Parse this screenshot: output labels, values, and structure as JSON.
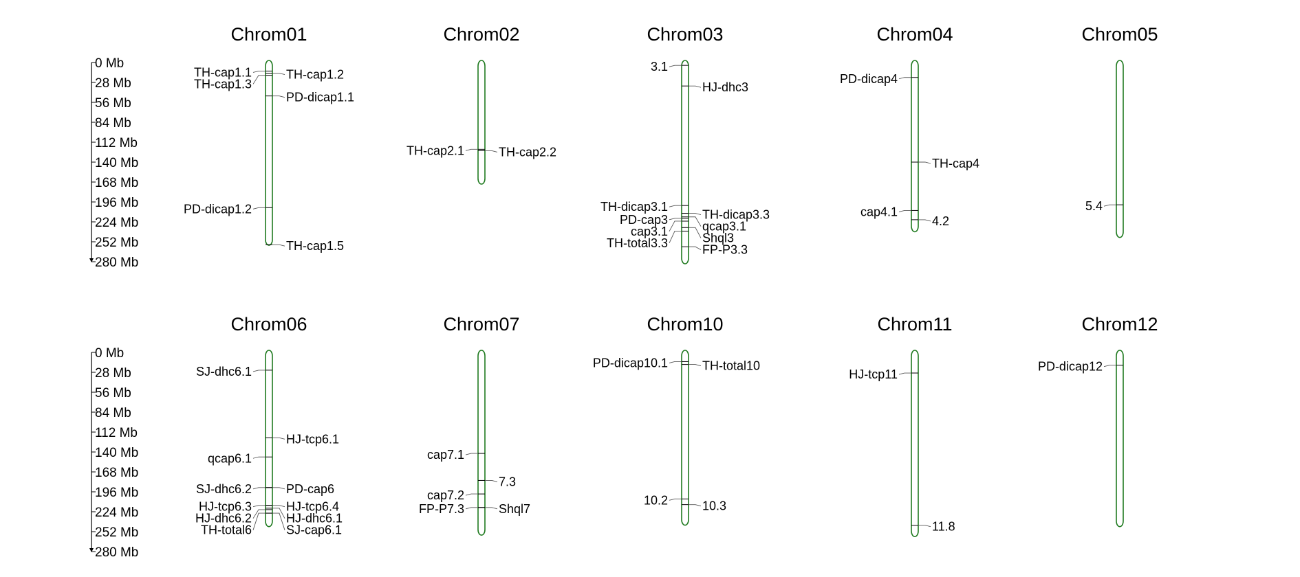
{
  "colors": {
    "chromosome": "#1f7a1f",
    "text": "#000000",
    "leader": "#555555"
  },
  "scale": {
    "labels": [
      "0 Mb",
      "28 Mb",
      "56 Mb",
      "84 Mb",
      "112 Mb",
      "140 Mb",
      "168 Mb",
      "196 Mb",
      "224 Mb",
      "252 Mb",
      "280 Mb"
    ],
    "values": [
      0,
      28,
      56,
      84,
      112,
      140,
      168,
      196,
      224,
      252,
      280
    ]
  },
  "rows": [
    {
      "chromosomes": [
        {
          "name": "Chrom01",
          "length": 254,
          "qtls": [
            {
              "label": "TH-cap1.1",
              "pos": 12,
              "side": "left"
            },
            {
              "label": "TH-cap1.3",
              "pos": 18,
              "side": "left"
            },
            {
              "label": "TH-cap1.2",
              "pos": 15,
              "side": "right"
            },
            {
              "label": "PD-dicap1.1",
              "pos": 47,
              "side": "right"
            },
            {
              "label": "PD-dicap1.2",
              "pos": 204,
              "side": "left"
            },
            {
              "label": "TH-cap1.5",
              "pos": 256,
              "side": "right"
            }
          ]
        },
        {
          "name": "Chrom02",
          "length": 168,
          "qtls": [
            {
              "label": "TH-cap2.1",
              "pos": 122,
              "side": "left"
            },
            {
              "label": "TH-cap2.2",
              "pos": 124,
              "side": "right"
            }
          ]
        },
        {
          "name": "Chrom03",
          "length": 280,
          "qtls": [
            {
              "label": "3.1",
              "pos": 4,
              "side": "left"
            },
            {
              "label": "HJ-dhc3",
              "pos": 33,
              "side": "right"
            },
            {
              "label": "TH-dicap3.1",
              "pos": 201,
              "side": "left"
            },
            {
              "label": "PD-cap3",
              "pos": 219,
              "side": "left"
            },
            {
              "label": "cap3.1",
              "pos": 223,
              "side": "left"
            },
            {
              "label": "TH-total3.3",
              "pos": 237,
              "side": "left"
            },
            {
              "label": "TH-dicap3.3",
              "pos": 212,
              "side": "right"
            },
            {
              "label": "qcap3.1",
              "pos": 217,
              "side": "right"
            },
            {
              "label": "Shql3",
              "pos": 232,
              "side": "right"
            },
            {
              "label": "FP-P3.3",
              "pos": 259,
              "side": "right"
            }
          ]
        },
        {
          "name": "Chrom04",
          "length": 235,
          "qtls": [
            {
              "label": "PD-dicap4",
              "pos": 21,
              "side": "left"
            },
            {
              "label": "TH-cap4",
              "pos": 140,
              "side": "right"
            },
            {
              "label": "cap4.1",
              "pos": 208,
              "side": "left"
            },
            {
              "label": "4.2",
              "pos": 221,
              "side": "right"
            }
          ]
        },
        {
          "name": "Chrom05",
          "length": 243,
          "qtls": [
            {
              "label": "5.4",
              "pos": 200,
              "side": "left"
            }
          ]
        }
      ]
    },
    {
      "chromosomes": [
        {
          "name": "Chrom06",
          "length": 242,
          "qtls": [
            {
              "label": "SJ-dhc6.1",
              "pos": 25,
              "side": "left"
            },
            {
              "label": "HJ-tcp6.1",
              "pos": 120,
              "side": "right"
            },
            {
              "label": "qcap6.1",
              "pos": 147,
              "side": "left"
            },
            {
              "label": "PD-cap6",
              "pos": 190,
              "side": "right"
            },
            {
              "label": "SJ-dhc6.2",
              "pos": 190,
              "side": "left"
            },
            {
              "label": "HJ-tcp6.3",
              "pos": 215,
              "side": "left"
            },
            {
              "label": "HJ-dhc6.2",
              "pos": 221,
              "side": "left"
            },
            {
              "label": "TH-total6",
              "pos": 226,
              "side": "left"
            },
            {
              "label": "HJ-tcp6.4",
              "pos": 215,
              "side": "right"
            },
            {
              "label": "HJ-dhc6.1",
              "pos": 219,
              "side": "right"
            },
            {
              "label": "SJ-cap6.1",
              "pos": 226,
              "side": "right"
            }
          ]
        },
        {
          "name": "Chrom07",
          "length": 254,
          "qtls": [
            {
              "label": "cap7.1",
              "pos": 142,
              "side": "left"
            },
            {
              "label": "7.3",
              "pos": 180,
              "side": "right"
            },
            {
              "label": "cap7.2",
              "pos": 199,
              "side": "left"
            },
            {
              "label": "FP-P7.3",
              "pos": 218,
              "side": "left"
            },
            {
              "label": "Shql7",
              "pos": 218,
              "side": "right"
            }
          ]
        },
        {
          "name": "Chrom10",
          "length": 240,
          "qtls": [
            {
              "label": "PD-dicap10.1",
              "pos": 13,
              "side": "left"
            },
            {
              "label": "TH-total10",
              "pos": 17,
              "side": "right"
            },
            {
              "label": "10.2",
              "pos": 206,
              "side": "left"
            },
            {
              "label": "10.3",
              "pos": 214,
              "side": "right"
            }
          ]
        },
        {
          "name": "Chrom11",
          "length": 256,
          "qtls": [
            {
              "label": "HJ-tcp11",
              "pos": 29,
              "side": "left"
            },
            {
              "label": "11.8",
              "pos": 243,
              "side": "right"
            }
          ]
        },
        {
          "name": "Chrom12",
          "length": 242,
          "qtls": [
            {
              "label": "PD-dicap12",
              "pos": 18,
              "side": "left"
            }
          ]
        }
      ]
    }
  ]
}
